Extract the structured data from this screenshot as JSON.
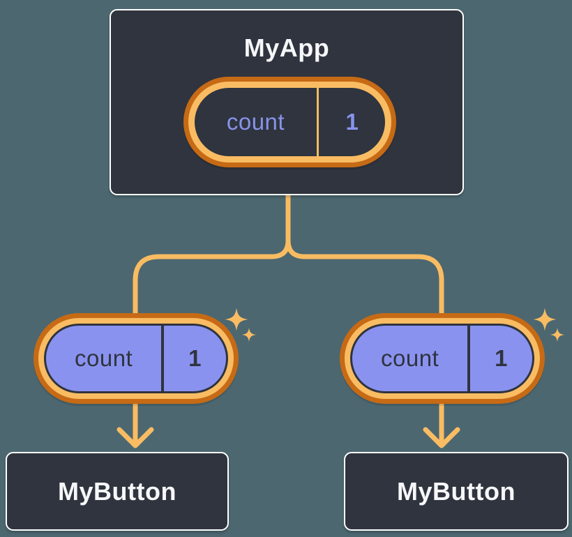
{
  "canvas": {
    "background": "#4C6770"
  },
  "colors": {
    "bg": "#4C6770",
    "node_fill": "#2F343E",
    "node_border": "#FFFFFF",
    "ring_dark_orange": "#C66A15",
    "ring_light_orange": "#F9BC62",
    "state_fill_lavender": "#8A92F0",
    "state_text_lavender": "#8893EB",
    "state_text_dark": "#2F343E",
    "connector": "#F9BC62",
    "title_text": "#F6F7F9"
  },
  "icons": {
    "sparkle": "four-point-star-sparkle-icon"
  },
  "tree": {
    "root": {
      "title": "MyApp",
      "state": {
        "name": "count",
        "value": "1"
      }
    },
    "children": [
      {
        "title": "MyButton",
        "state": {
          "name": "count",
          "value": "1"
        }
      },
      {
        "title": "MyButton",
        "state": {
          "name": "count",
          "value": "1"
        }
      }
    ]
  }
}
